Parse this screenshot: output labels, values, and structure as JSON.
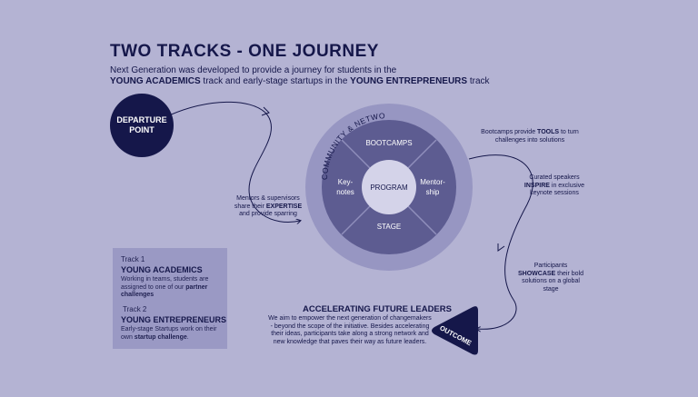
{
  "header": {
    "title": "TWO TRACKS - ONE JOURNEY",
    "subtitle_line1_a": "Next Generation was developed to provide a journey for students in the",
    "subtitle_line2_a": "YOUNG ACADEMICS",
    "subtitle_line2_b": " track and early-stage startups in the ",
    "subtitle_line2_c": "YOUNG ENTREPRENEURS",
    "subtitle_line2_d": " track"
  },
  "departure": {
    "line1": "DEPARTURE",
    "line2": "POINT"
  },
  "outcome": {
    "label": "OUTCOME"
  },
  "wheel": {
    "ring_label": "COMMUNITY & NETWORK",
    "top": "BOOTCAMPS",
    "left_line1": "Key-",
    "left_line2": "notes",
    "right_line1": "Mentor-",
    "right_line2": "ship",
    "bottom": "STAGE",
    "center": "PROGRAM"
  },
  "notes": {
    "mentors_l1": "Mentors & supervisors",
    "mentors_l2_a": "share their ",
    "mentors_l2_b": "EXPERTISE",
    "mentors_l3": "and provide sparring",
    "bootcamps_l1_a": "Bootcamps provide ",
    "bootcamps_l1_b": "TOOLS",
    "bootcamps_l1_c": " to turn",
    "bootcamps_l2": "challenges into solutions",
    "speakers_l1": "Curated speakers",
    "speakers_l2_a": "INSPIRE",
    "speakers_l2_b": " in exclusive",
    "speakers_l3": "keynote sessions",
    "participants_l1": "Participants",
    "participants_l2_a": "SHOWCASE",
    "participants_l2_b": " their bold",
    "participants_l3": "solutions on a global",
    "participants_l4": "stage"
  },
  "tracks": {
    "track1_label": "Track 1",
    "track1_name": "YOUNG ACADEMICS",
    "track1_desc_a": "Working in teams, students are assigned to one of our ",
    "track1_desc_b": "partner challenges",
    "track2_label": "Track 2",
    "track2_name": "YOUNG ENTREPRENEURS",
    "track2_desc_a": "Early-stage Startups work on their own ",
    "track2_desc_b": "startup challenge",
    "track2_desc_c": "."
  },
  "accelerating": {
    "title": "ACCELERATING FUTURE LEADERS",
    "body": "We aim to empower the next generation of changemakers - beyond the scope of the initiative. Besides accelerating their ideas, participants take along a strong network and new knowledge that paves their way as future leaders."
  },
  "colors": {
    "background": "#b4b3d3",
    "navy": "#15174a",
    "ring": "#9796c2",
    "wheel": "#5d5c91",
    "center": "#d4d3e9"
  }
}
